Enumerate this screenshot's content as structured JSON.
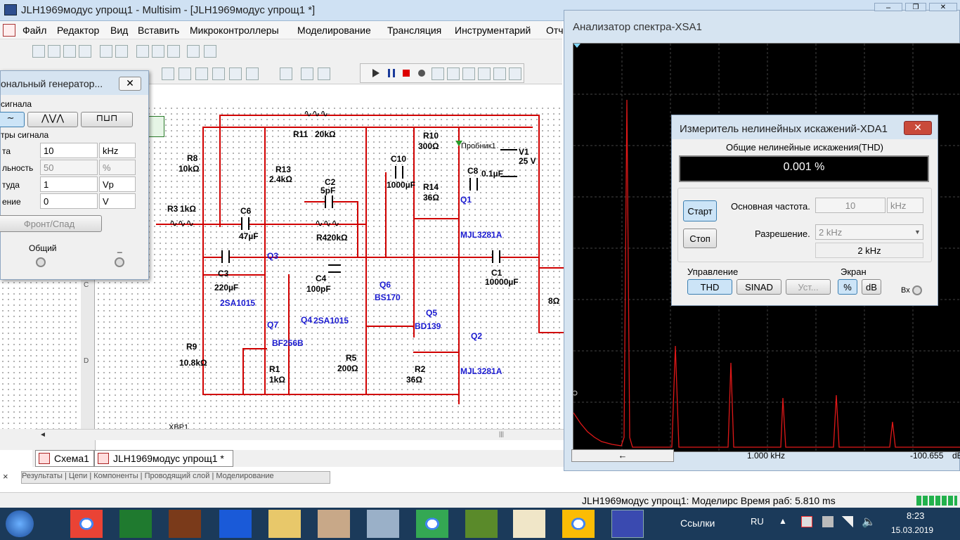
{
  "window": {
    "title": "JLH1969модус упрощ1 - Multisim - [JLH1969модус упрощ1 *]"
  },
  "menu": [
    "Файл",
    "Редактор",
    "Вид",
    "Вставить",
    "Микроконтроллеры",
    "Моделирование",
    "Трансляция",
    "Инструментарий",
    "Отч"
  ],
  "generator": {
    "title": "ональный генератор...",
    "waveform_header": "сигнала",
    "params_header": "тры сигнала",
    "rows": [
      {
        "label": "та",
        "value": "10",
        "unit": "kHz"
      },
      {
        "label": "льность",
        "value": "50",
        "unit": "%"
      },
      {
        "label": "туда",
        "value": "1",
        "unit": "Vp"
      },
      {
        "label": "ение",
        "value": "0",
        "unit": "V"
      }
    ],
    "front_button": "Фронт/Спад",
    "common_label": "Общий",
    "minus_label": "_"
  },
  "schematic": {
    "labels": [
      {
        "t": "R11",
        "bold": true
      },
      {
        "t": "20kΩ"
      },
      {
        "t": "R8"
      },
      {
        "t": "10kΩ"
      },
      {
        "t": "R13"
      },
      {
        "t": "2.4kΩ"
      },
      {
        "t": "C2"
      },
      {
        "t": "5pF"
      },
      {
        "t": "R10"
      },
      {
        "t": "300Ω"
      },
      {
        "t": "C10"
      },
      {
        "t": "1000µF"
      },
      {
        "t": "R14"
      },
      {
        "t": "36Ω"
      },
      {
        "t": "C8"
      },
      {
        "t": "0.1µF"
      },
      {
        "t": "V1"
      },
      {
        "t": "25 V"
      },
      {
        "t": "R3"
      },
      {
        "t": "1kΩ"
      },
      {
        "t": "C6"
      },
      {
        "t": "47µF"
      },
      {
        "t": "R4"
      },
      {
        "t": "20kΩ"
      },
      {
        "t": "C3"
      },
      {
        "t": "220µF"
      },
      {
        "t": "C4"
      },
      {
        "t": "100pF"
      },
      {
        "t": "C1"
      },
      {
        "t": "10000µF"
      },
      {
        "t": "8Ω"
      },
      {
        "t": "R9"
      },
      {
        "t": "10.8kΩ"
      },
      {
        "t": "R1"
      },
      {
        "t": "1kΩ"
      },
      {
        "t": "R5"
      },
      {
        "t": "200Ω"
      },
      {
        "t": "R2"
      },
      {
        "t": "36Ω"
      },
      {
        "t": "Пробник1"
      }
    ],
    "blue_labels": [
      "Q1",
      "MJL3281A",
      "Q3",
      "2SA1015",
      "Q4",
      "2SA1015",
      "Q6",
      "BS170",
      "Q5",
      "BD139",
      "Q7",
      "BF256B",
      "Q2",
      "MJL3281A"
    ],
    "xbp": "XBP1"
  },
  "tabs": [
    {
      "label": "Схема1"
    },
    {
      "label": "JLH1969модус упрощ1 *"
    }
  ],
  "bottom_tabs": "Результаты | Цепи | Компоненты | Проводящий слой | Моделирование",
  "spectrum": {
    "title": "Анализатор спектра-XSA1",
    "freq_readout": "1.000 kHz",
    "level_readout": "-100.655",
    "level_unit": "dB",
    "arrow": "←"
  },
  "thd": {
    "title": "Измеритель нелинейных искажений-XDA1",
    "reading_label": "Общие нелинейные искажения(THD)",
    "reading": "0.001 %",
    "start": "Старт",
    "stop": "Стоп",
    "fund_label": "Основная частота.",
    "fund_value": "10",
    "fund_unit": "kHz",
    "res_label": "Разрешение.",
    "res_select": "2 kHz",
    "res_value": "2 kHz",
    "control_label": "Управление",
    "thd_btn": "THD",
    "sinad_btn": "SINAD",
    "settings_btn": "Уст...",
    "screen_label": "Экран",
    "pct_btn": "%",
    "db_btn": "dB",
    "input_label": "Вх"
  },
  "status": {
    "text": "JLH1969модус упрощ1: Моделирс Время раб: 5.810 ms"
  },
  "taskbar": {
    "links": "Ссылки",
    "lang": "RU",
    "time": "8:23",
    "date": "15.03.2019"
  }
}
